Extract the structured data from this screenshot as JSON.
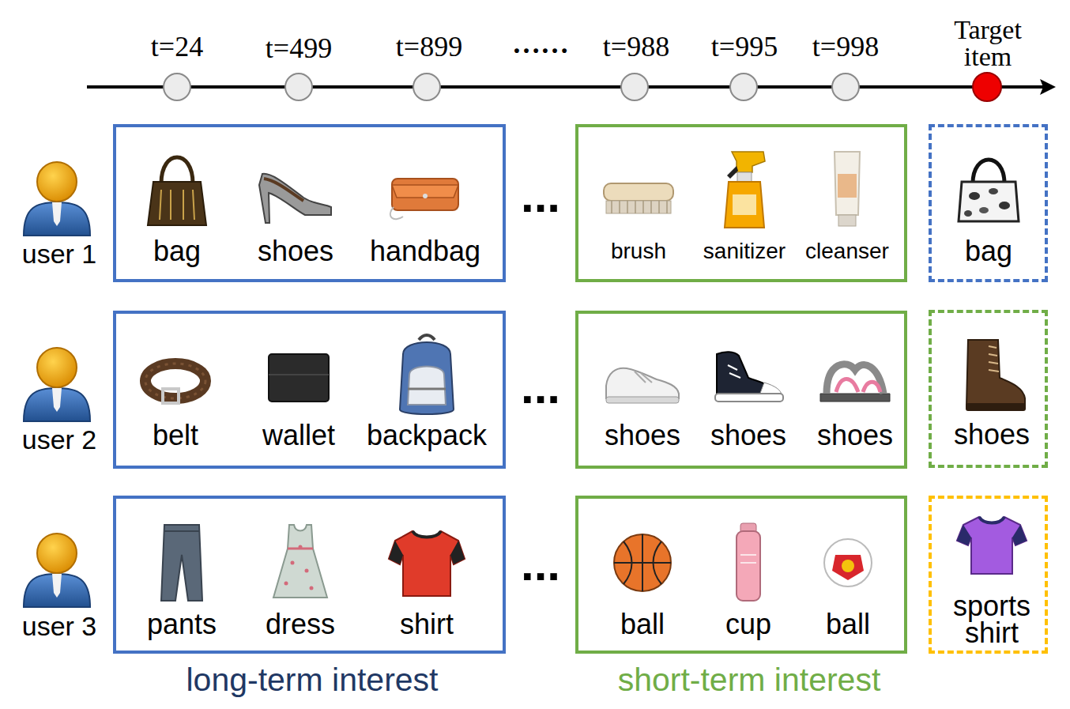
{
  "diagram": {
    "nodes": [
      {
        "text": [
          "bag",
          "shoes",
          "handbag"
        ]
      },
      {
        "text": [
          "brush",
          "sanitizer",
          "cleanser"
        ]
      },
      {
        "text": [
          "bag"
        ]
      },
      {
        "text": [
          "belt",
          "wallet",
          "backpack"
        ]
      },
      {
        "text": [
          "shoes",
          "shoes",
          "shoes"
        ]
      },
      {
        "text": [
          "shoes"
        ]
      },
      {
        "text": [
          "pants",
          "dress",
          "shirt"
        ]
      },
      {
        "text": [
          "ball",
          "cup",
          "ball"
        ]
      },
      {
        "text": [
          "sports shirt"
        ]
      }
    ],
    "labels": [
      "t=24",
      "t=499",
      "t=899",
      "……",
      "t=988",
      "t=995",
      "t=998",
      "Target item",
      "user 1",
      "...",
      "user 2",
      "...",
      "user 3",
      "...",
      "long-term interest",
      "short-term interest"
    ]
  }
}
